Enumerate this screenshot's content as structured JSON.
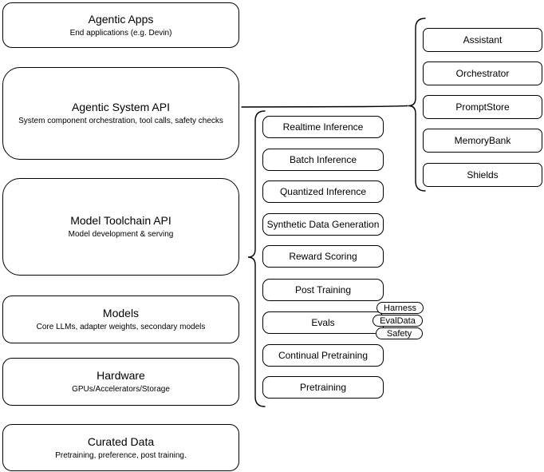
{
  "diagram": {
    "colors": {
      "stroke": "#000000",
      "background": "#ffffff",
      "text": "#000000"
    },
    "stack_layers": [
      {
        "title": "Agentic Apps",
        "subtitle": "End applications (e.g. Devin)"
      },
      {
        "title": "Agentic System API",
        "subtitle": "System component orchestration, tool calls, safety checks"
      },
      {
        "title": "Model Toolchain API",
        "subtitle": "Model development & serving"
      },
      {
        "title": "Models",
        "subtitle": "Core LLMs, adapter weights, secondary models"
      },
      {
        "title": "Hardware",
        "subtitle": "GPUs/Accelerators/Storage"
      },
      {
        "title": "Curated Data",
        "subtitle": "Pretraining, preference, post training."
      }
    ],
    "toolchain_capabilities": [
      "Realtime Inference",
      "Batch Inference",
      "Quantized Inference",
      "Synthetic Data Generation",
      "Reward Scoring",
      "Post Training",
      "Evals",
      "Continual Pretraining",
      "Pretraining"
    ],
    "evals_tags": [
      "Harness",
      "EvalData",
      "Safety"
    ],
    "system_components": [
      "Assistant",
      "Orchestrator",
      "PromptStore",
      "MemoryBank",
      "Shields"
    ]
  }
}
